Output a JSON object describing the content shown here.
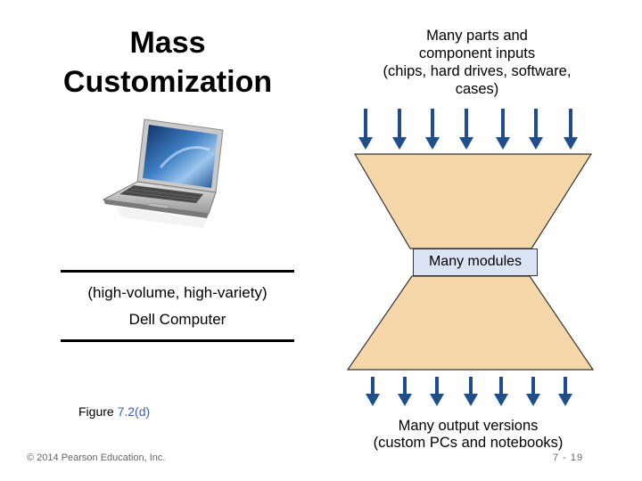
{
  "title": {
    "line1": "Mass",
    "line2": "Customization"
  },
  "inputs": {
    "lines": [
      "Many parts and",
      "component inputs",
      "(chips, hard drives, software,",
      "cases)"
    ],
    "arrow_count": 7
  },
  "modules": {
    "label": "Many modules"
  },
  "outputs": {
    "lines": [
      "Many output versions",
      "(custom PCs and notebooks)"
    ],
    "arrow_count": 7
  },
  "left_panel": {
    "volume_variety": "(high-volume, high-variety)",
    "company": "Dell Computer"
  },
  "figure": {
    "prefix": "Figure ",
    "number": "7.2(d)"
  },
  "footer": {
    "copyright": "© 2014 Pearson Education, Inc.",
    "page": "7 - 19"
  },
  "colors": {
    "hourglass_fill": "#f6d7a9",
    "modules_fill": "#dbe4f5",
    "arrow": "#1f4e8c"
  },
  "icons": {
    "laptop": "laptop-icon"
  }
}
